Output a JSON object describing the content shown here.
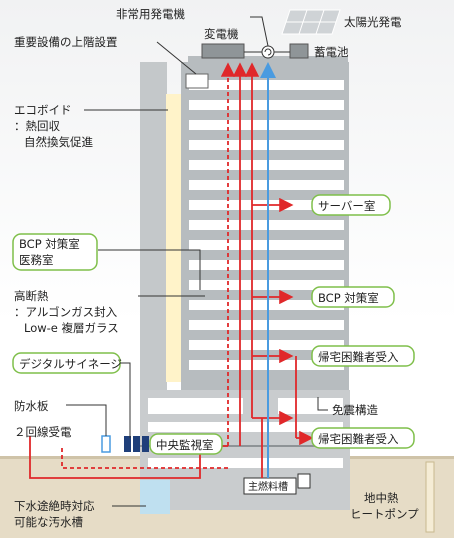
{
  "labels": {
    "emergency_generator": "非常用発電機",
    "solar": "太陽光発電",
    "transformer": "変電機",
    "battery": "蓄電池",
    "upper_floor_equipment": "重要設備の上階設置",
    "eco_void_1": "エコボイド",
    "eco_void_2": "：熱回収",
    "eco_void_3": "自然換気促進",
    "bcp_office_1": "BCP 対策室",
    "bcp_office_2": "医務室",
    "insulation_1": "高断熱",
    "insulation_2": "：アルゴンガス封入",
    "insulation_3": "Low-e 複層ガラス",
    "signage": "デジタルサイネージ",
    "flood_barrier": "防水板",
    "dual_power": "２回線受電",
    "central_monitor": "中央監視室",
    "seismic_isolation": "免震構造",
    "server_room": "サーバー室",
    "bcp_room": "BCP 対策室",
    "refugee_accept_1": "帰宅困難者受入",
    "refugee_accept_2": "帰宅困難者受入",
    "main_fuel_tank": "主燃料槽",
    "sewage_1": "下水途絶時対応",
    "sewage_2": "可能な汚水槽",
    "geothermal_1": "地中熱",
    "geothermal_2": "ヒートポンプ"
  },
  "colors": {
    "power_line": "#e0282a",
    "water_line": "#4a9be0",
    "label_border": "#7fbf4a",
    "building": "#aeb3b6",
    "ground": "#e6dcc6"
  }
}
